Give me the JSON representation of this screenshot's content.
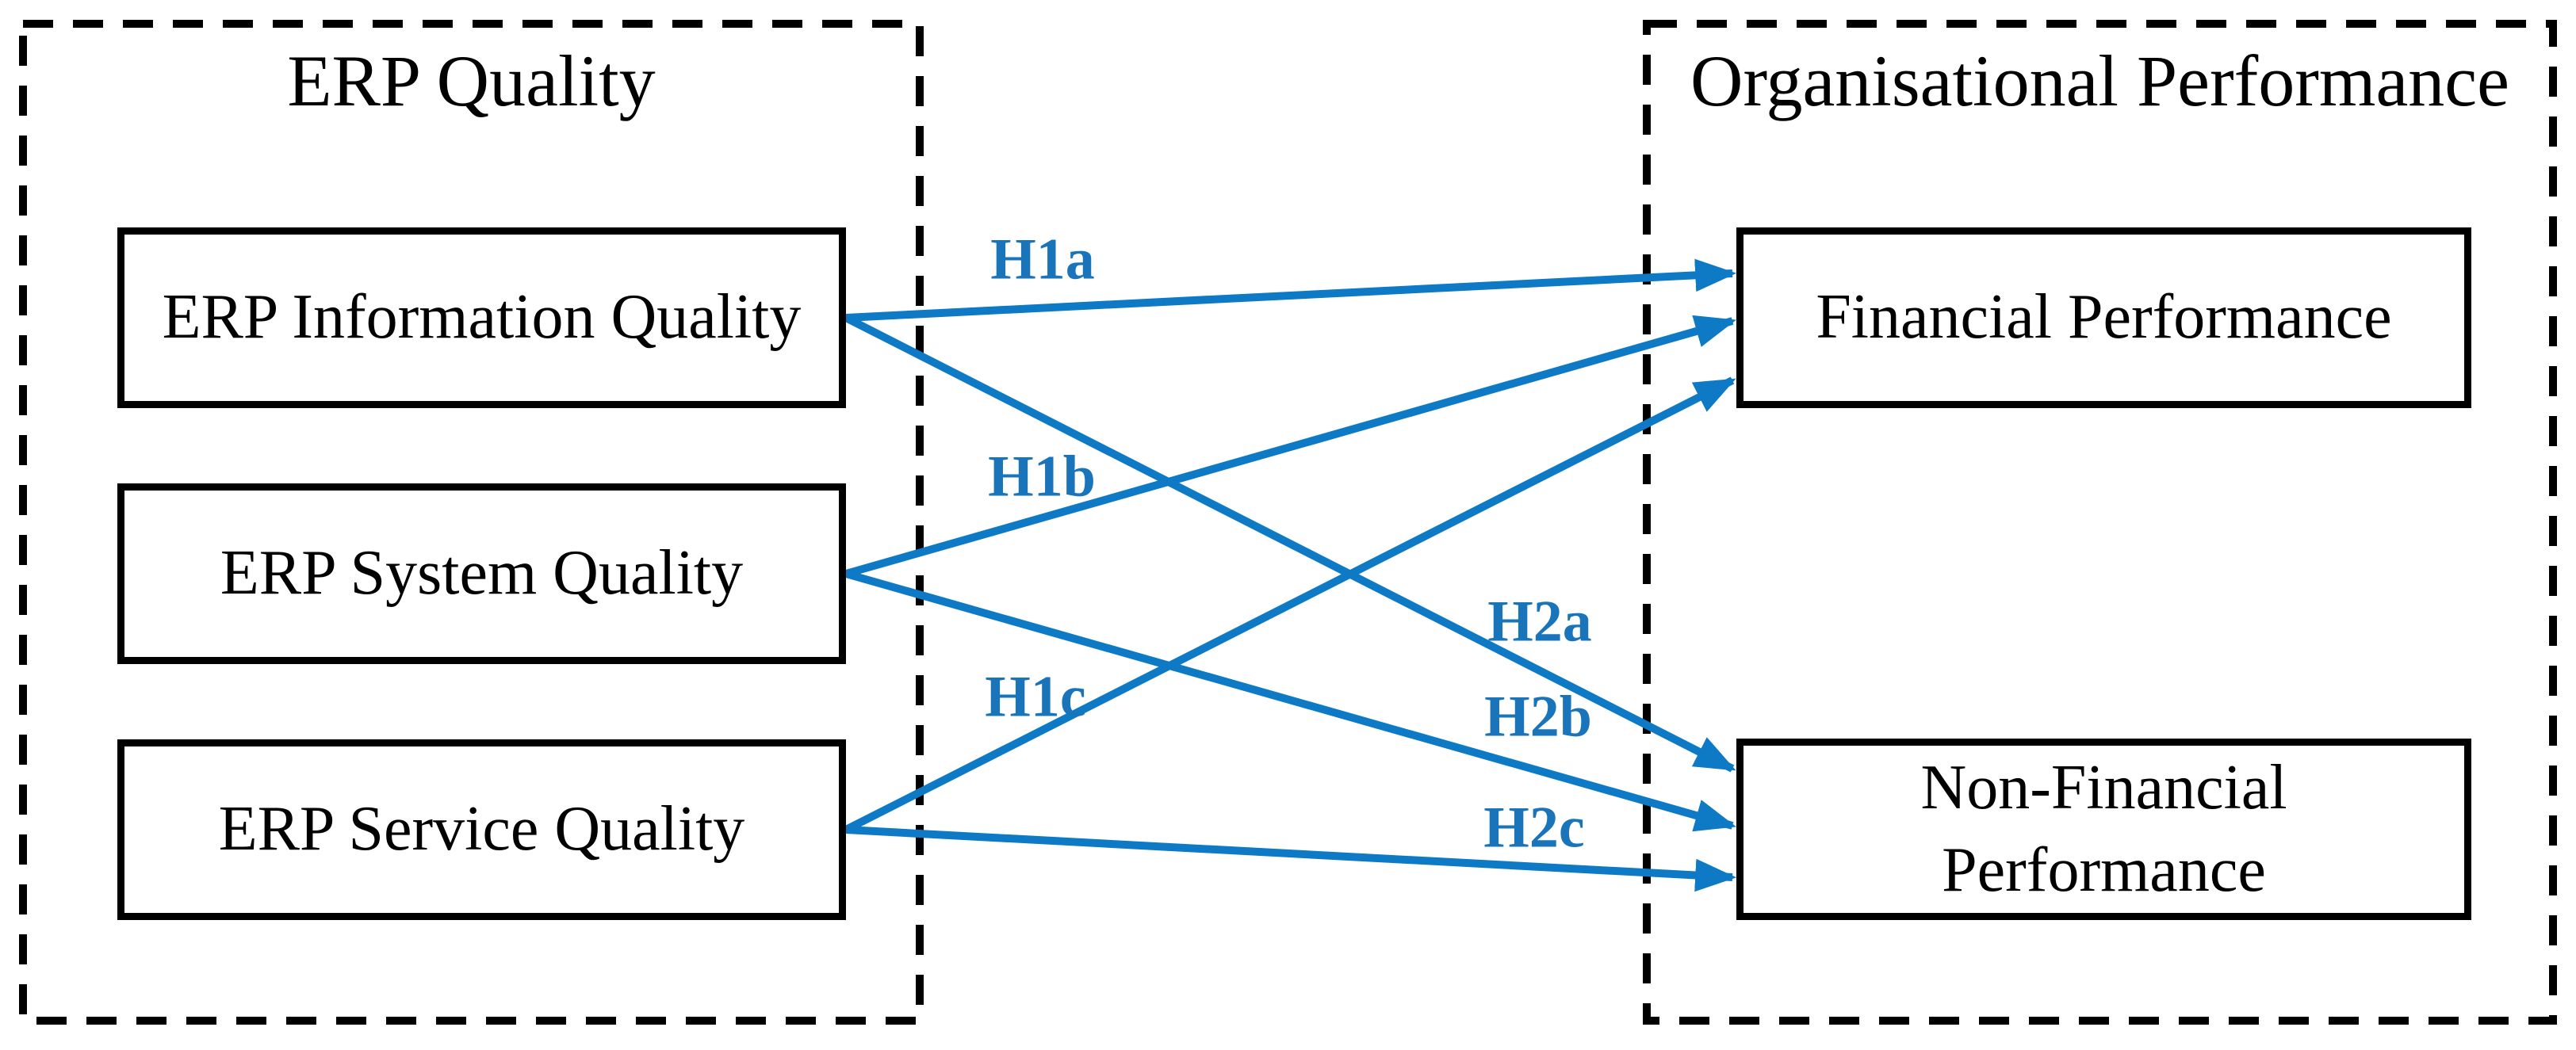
{
  "figure": {
    "left_panel": {
      "title": "ERP Quality",
      "boxes": [
        {
          "label": "ERP Information Quality"
        },
        {
          "label": "ERP System Quality"
        },
        {
          "label": "ERP Service Quality"
        }
      ]
    },
    "right_panel": {
      "title": "Organisational Performance",
      "boxes": [
        {
          "label": "Financial Performance",
          "lines": [
            "Financial Performance"
          ]
        },
        {
          "label": "Non-Financial Performance",
          "lines": [
            "Non-Financial",
            "Performance"
          ]
        }
      ]
    },
    "hypotheses": [
      {
        "id": "H1a",
        "from": "ERP Information Quality",
        "to": "Financial Performance"
      },
      {
        "id": "H1b",
        "from": "ERP System Quality",
        "to": "Financial Performance"
      },
      {
        "id": "H1c",
        "from": "ERP Service Quality",
        "to": "Financial Performance"
      },
      {
        "id": "H2a",
        "from": "ERP Information Quality",
        "to": "Non-Financial Performance"
      },
      {
        "id": "H2b",
        "from": "ERP System Quality",
        "to": "Non-Financial Performance"
      },
      {
        "id": "H2c",
        "from": "ERP Service Quality",
        "to": "Non-Financial Performance"
      }
    ],
    "colors": {
      "arrow_blue": "#0e7ac6",
      "hypothesis_label_blue": "#1a74ba",
      "line_black": "#000000",
      "background_white": "#ffffff"
    }
  }
}
